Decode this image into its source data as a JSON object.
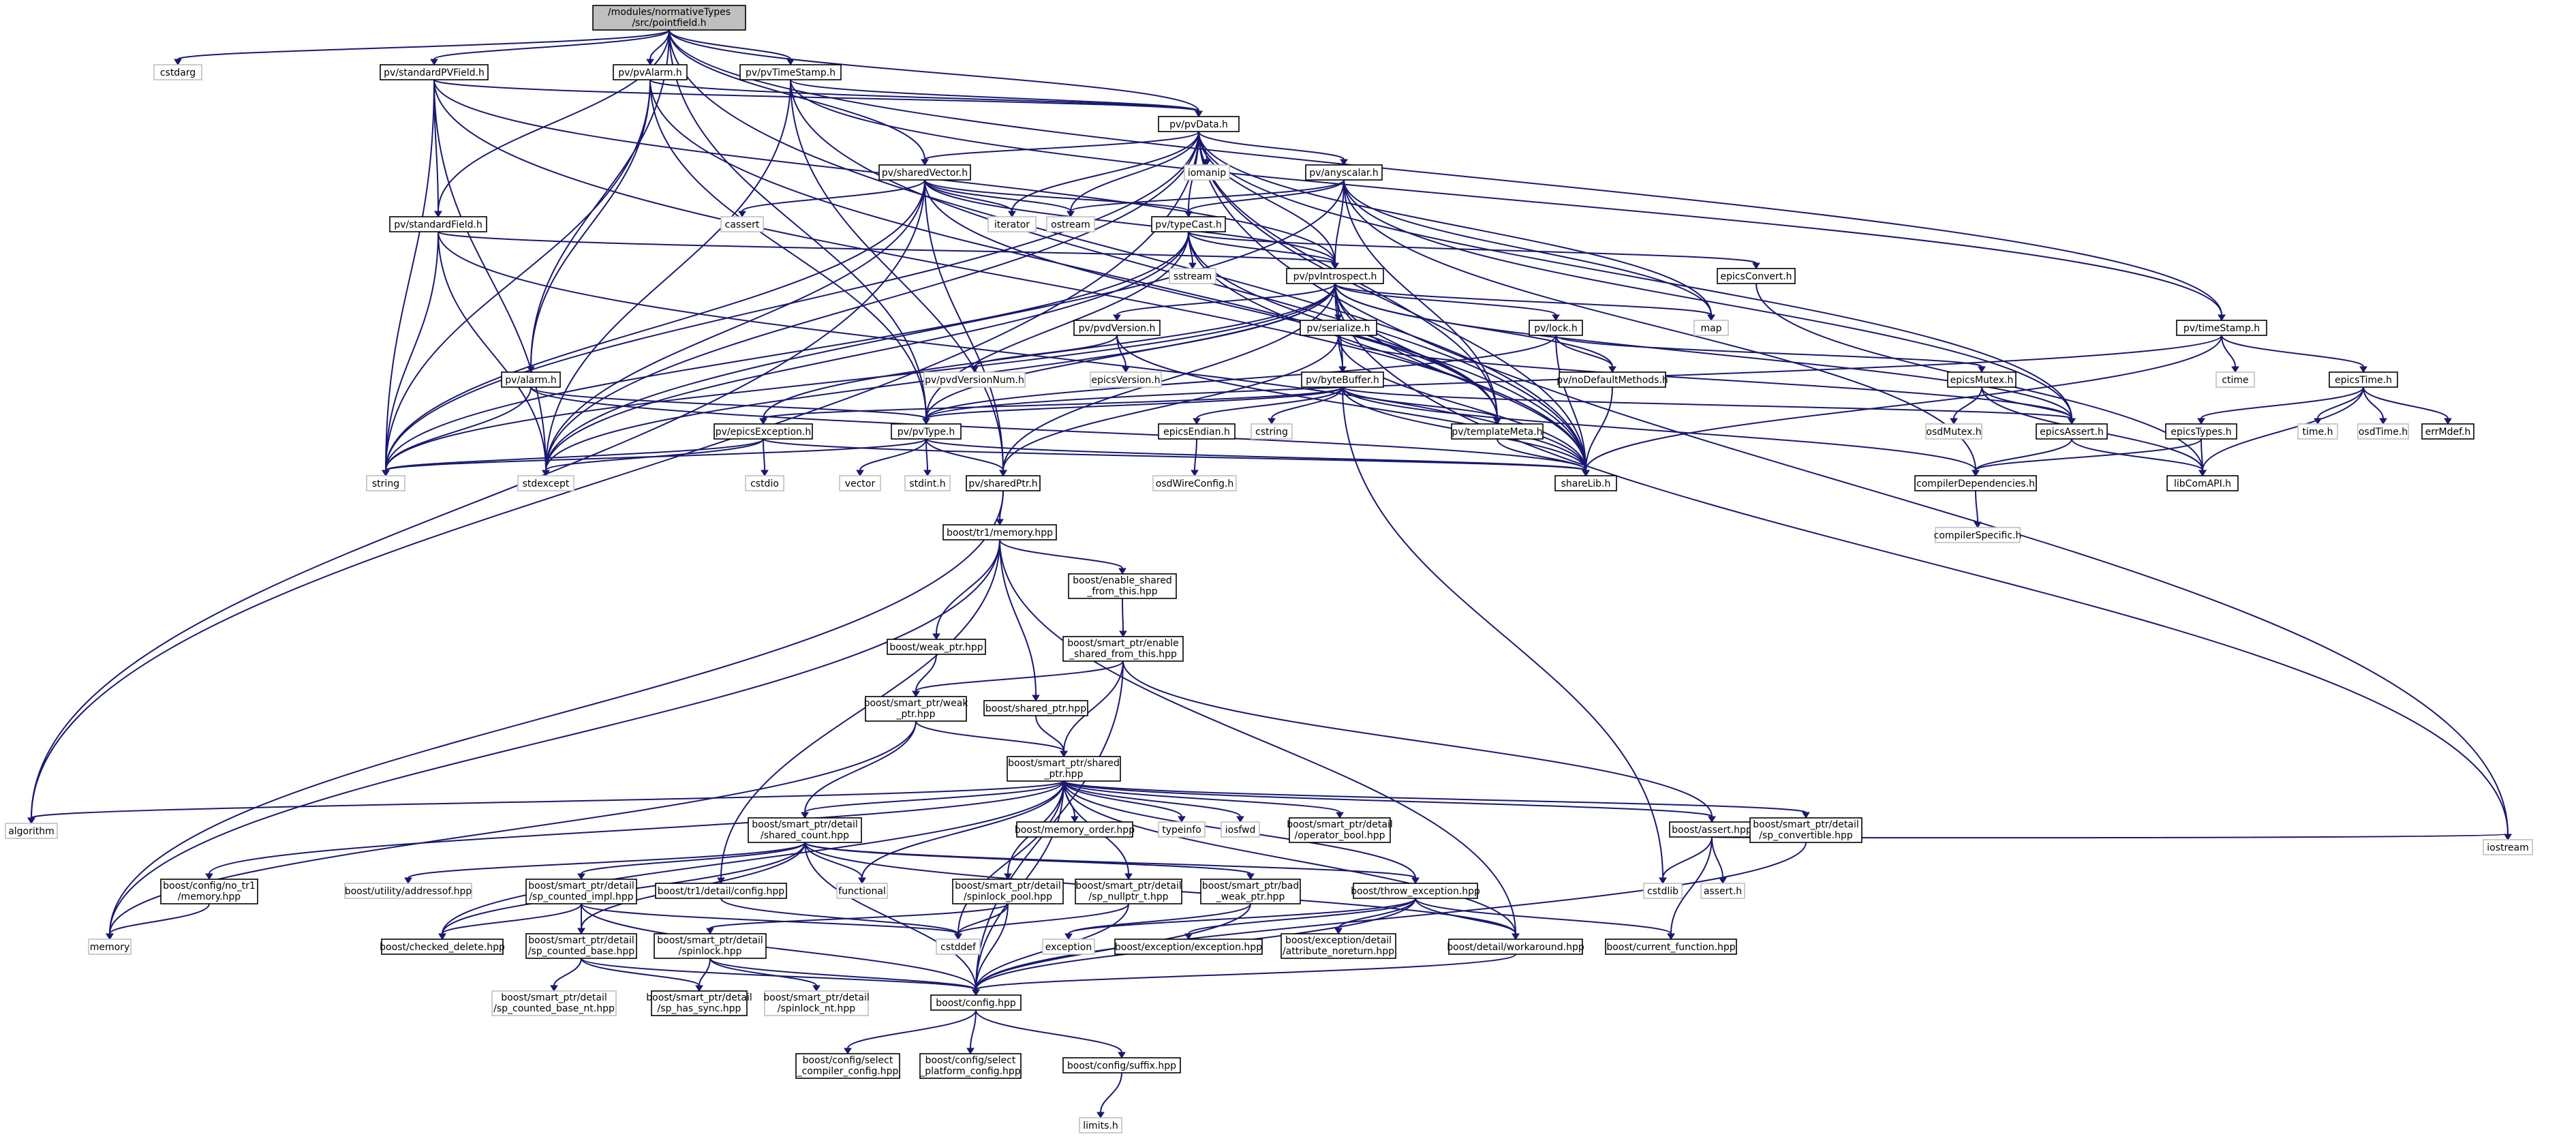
{
  "diagram": {
    "nodes": [
      {
        "id": "root",
        "text": [
          "/modules/normativeTypes",
          "/src/pointfield.h"
        ],
        "style": "root"
      },
      {
        "id": "cstdarg",
        "text": [
          "cstdarg"
        ],
        "style": "gray"
      },
      {
        "id": "standardPVField",
        "text": [
          "pv/standardPVField.h"
        ],
        "style": "normal"
      },
      {
        "id": "pvAlarm",
        "text": [
          "pv/pvAlarm.h"
        ],
        "style": "normal"
      },
      {
        "id": "pvTimeStamp",
        "text": [
          "pv/pvTimeStamp.h"
        ],
        "style": "normal"
      },
      {
        "id": "pvData",
        "text": [
          "pv/pvData.h"
        ],
        "style": "normal"
      },
      {
        "id": "iomanip",
        "text": [
          "iomanip"
        ],
        "style": "gray"
      },
      {
        "id": "sharedVector",
        "text": [
          "pv/sharedVector.h"
        ],
        "style": "normal"
      },
      {
        "id": "anyscalar",
        "text": [
          "pv/anyscalar.h"
        ],
        "style": "normal"
      },
      {
        "id": "cassert",
        "text": [
          "cassert"
        ],
        "style": "gray"
      },
      {
        "id": "iterator",
        "text": [
          "iterator"
        ],
        "style": "gray"
      },
      {
        "id": "ostream",
        "text": [
          "ostream"
        ],
        "style": "gray"
      },
      {
        "id": "typeCast",
        "text": [
          "pv/typeCast.h"
        ],
        "style": "normal"
      },
      {
        "id": "standardField",
        "text": [
          "pv/standardField.h"
        ],
        "style": "normal"
      },
      {
        "id": "sstream",
        "text": [
          "sstream"
        ],
        "style": "gray"
      },
      {
        "id": "pvIntrospect",
        "text": [
          "pv/pvIntrospect.h"
        ],
        "style": "normal"
      },
      {
        "id": "epicsConvert",
        "text": [
          "epicsConvert.h"
        ],
        "style": "normal"
      },
      {
        "id": "map",
        "text": [
          "map"
        ],
        "style": "gray"
      },
      {
        "id": "timeStamp",
        "text": [
          "pv/timeStamp.h"
        ],
        "style": "normal"
      },
      {
        "id": "ctime",
        "text": [
          "ctime"
        ],
        "style": "gray"
      },
      {
        "id": "pvdVersion",
        "text": [
          "pv/pvdVersion.h"
        ],
        "style": "normal"
      },
      {
        "id": "serialize",
        "text": [
          "pv/serialize.h"
        ],
        "style": "normal"
      },
      {
        "id": "lock",
        "text": [
          "pv/lock.h"
        ],
        "style": "normal"
      },
      {
        "id": "pvdVersionNum",
        "text": [
          "pv/pvdVersionNum.h"
        ],
        "style": "gray"
      },
      {
        "id": "epicsVersion",
        "text": [
          "epicsVersion.h"
        ],
        "style": "gray"
      },
      {
        "id": "noDefaultMethods",
        "text": [
          "pv/noDefaultMethods.h"
        ],
        "style": "normal"
      },
      {
        "id": "epicsMutex",
        "text": [
          "epicsMutex.h"
        ],
        "style": "normal"
      },
      {
        "id": "epicsTime",
        "text": [
          "epicsTime.h"
        ],
        "style": "normal"
      },
      {
        "id": "alarm",
        "text": [
          "pv/alarm.h"
        ],
        "style": "normal"
      },
      {
        "id": "byteBuffer",
        "text": [
          "pv/byteBuffer.h"
        ],
        "style": "normal"
      },
      {
        "id": "osdMutex",
        "text": [
          "osdMutex.h"
        ],
        "style": "gray"
      },
      {
        "id": "pvType",
        "text": [
          "pv/pvType.h"
        ],
        "style": "normal"
      },
      {
        "id": "epicsException",
        "text": [
          "pv/epicsException.h"
        ],
        "style": "normal"
      },
      {
        "id": "epicsEndian",
        "text": [
          "epicsEndian.h"
        ],
        "style": "normal"
      },
      {
        "id": "cstring",
        "text": [
          "cstring"
        ],
        "style": "gray"
      },
      {
        "id": "templateMeta",
        "text": [
          "pv/templateMeta.h"
        ],
        "style": "normal"
      },
      {
        "id": "epicsAssert",
        "text": [
          "epicsAssert.h"
        ],
        "style": "normal"
      },
      {
        "id": "epicsTypes",
        "text": [
          "epicsTypes.h"
        ],
        "style": "normal"
      },
      {
        "id": "timeH",
        "text": [
          "time.h"
        ],
        "style": "gray"
      },
      {
        "id": "osdTime",
        "text": [
          "osdTime.h"
        ],
        "style": "gray"
      },
      {
        "id": "errMdef",
        "text": [
          "errMdef.h"
        ],
        "style": "normal"
      },
      {
        "id": "string",
        "text": [
          "string"
        ],
        "style": "gray"
      },
      {
        "id": "stdexcept",
        "text": [
          "stdexcept"
        ],
        "style": "gray"
      },
      {
        "id": "cstdio",
        "text": [
          "cstdio"
        ],
        "style": "gray"
      },
      {
        "id": "vector",
        "text": [
          "vector"
        ],
        "style": "gray"
      },
      {
        "id": "stdint",
        "text": [
          "stdint.h"
        ],
        "style": "gray"
      },
      {
        "id": "sharedPtr",
        "text": [
          "pv/sharedPtr.h"
        ],
        "style": "normal"
      },
      {
        "id": "osiWireConfig",
        "text": [
          "osdWireConfig.h"
        ],
        "style": "gray"
      },
      {
        "id": "shareLib",
        "text": [
          "shareLib.h"
        ],
        "style": "normal"
      },
      {
        "id": "compilerDependencies",
        "text": [
          "compilerDependencies.h"
        ],
        "style": "normal"
      },
      {
        "id": "libComAPI",
        "text": [
          "libComAPI.h"
        ],
        "style": "normal"
      },
      {
        "id": "compilerSpecific",
        "text": [
          "compilerSpecific.h"
        ],
        "style": "gray"
      },
      {
        "id": "tr1memory",
        "text": [
          "boost/tr1/memory.hpp"
        ],
        "style": "normal"
      },
      {
        "id": "enableShared",
        "text": [
          "boost/enable_shared",
          "_from_this.hpp"
        ],
        "style": "normal"
      },
      {
        "id": "weakPtrHpp",
        "text": [
          "boost/weak_ptr.hpp"
        ],
        "style": "normal"
      },
      {
        "id": "spEnableShared",
        "text": [
          "boost/smart_ptr/enable",
          "_shared_from_this.hpp"
        ],
        "style": "normal"
      },
      {
        "id": "spWeakPtr",
        "text": [
          "boost/smart_ptr/weak",
          "_ptr.hpp"
        ],
        "style": "normal"
      },
      {
        "id": "sharedPtrHpp",
        "text": [
          "boost/shared_ptr.hpp"
        ],
        "style": "normal"
      },
      {
        "id": "spSharedPtr",
        "text": [
          "boost/smart_ptr/shared",
          "_ptr.hpp"
        ],
        "style": "normal"
      },
      {
        "id": "algorithm",
        "text": [
          "algorithm"
        ],
        "style": "gray"
      },
      {
        "id": "sharedCount",
        "text": [
          "boost/smart_ptr/detail",
          "/shared_count.hpp"
        ],
        "style": "normal"
      },
      {
        "id": "memoryOrder",
        "text": [
          "boost/memory_order.hpp"
        ],
        "style": "normal"
      },
      {
        "id": "typeinfo",
        "text": [
          "typeinfo"
        ],
        "style": "gray"
      },
      {
        "id": "iosfwd",
        "text": [
          "iosfwd"
        ],
        "style": "gray"
      },
      {
        "id": "operatorBool",
        "text": [
          "boost/smart_ptr/detail",
          "/operator_bool.hpp"
        ],
        "style": "normal"
      },
      {
        "id": "assertHpp",
        "text": [
          "boost/assert.hpp"
        ],
        "style": "normal"
      },
      {
        "id": "spConvertible",
        "text": [
          "boost/smart_ptr/detail",
          "/sp_convertible.hpp"
        ],
        "style": "normal"
      },
      {
        "id": "iostream",
        "text": [
          "iostream"
        ],
        "style": "gray"
      },
      {
        "id": "noTr1Memory",
        "text": [
          "boost/config/no_tr1",
          "/memory.hpp"
        ],
        "style": "normal"
      },
      {
        "id": "addressof",
        "text": [
          "boost/utility/addressof.hpp"
        ],
        "style": "gray"
      },
      {
        "id": "spCountedImpl",
        "text": [
          "boost/smart_ptr/detail",
          "/sp_counted_impl.hpp"
        ],
        "style": "normal"
      },
      {
        "id": "tr1Config",
        "text": [
          "boost/tr1/detail/config.hpp"
        ],
        "style": "normal"
      },
      {
        "id": "functional",
        "text": [
          "functional"
        ],
        "style": "gray"
      },
      {
        "id": "spinlockPool",
        "text": [
          "boost/smart_ptr/detail",
          "/spinlock_pool.hpp"
        ],
        "style": "normal"
      },
      {
        "id": "spNullptr",
        "text": [
          "boost/smart_ptr/detail",
          "/sp_nullptr_t.hpp"
        ],
        "style": "normal"
      },
      {
        "id": "badWeakPtr",
        "text": [
          "boost/smart_ptr/bad",
          "_weak_ptr.hpp"
        ],
        "style": "normal"
      },
      {
        "id": "throwException",
        "text": [
          "boost/throw_exception.hpp"
        ],
        "style": "normal"
      },
      {
        "id": "cstdlib",
        "text": [
          "cstdlib"
        ],
        "style": "gray"
      },
      {
        "id": "assertH",
        "text": [
          "assert.h"
        ],
        "style": "gray"
      },
      {
        "id": "memory",
        "text": [
          "memory"
        ],
        "style": "gray"
      },
      {
        "id": "checkedDelete",
        "text": [
          "boost/checked_delete.hpp"
        ],
        "style": "normal"
      },
      {
        "id": "spCountedBase",
        "text": [
          "boost/smart_ptr/detail",
          "/sp_counted_base.hpp"
        ],
        "style": "normal"
      },
      {
        "id": "spinlock",
        "text": [
          "boost/smart_ptr/detail",
          "/spinlock.hpp"
        ],
        "style": "normal"
      },
      {
        "id": "cstddef",
        "text": [
          "cstddef"
        ],
        "style": "gray"
      },
      {
        "id": "exception",
        "text": [
          "exception"
        ],
        "style": "gray"
      },
      {
        "id": "exceptionHpp",
        "text": [
          "boost/exception/exception.hpp"
        ],
        "style": "normal"
      },
      {
        "id": "attrNoreturn",
        "text": [
          "boost/exception/detail",
          "/attribute_noreturn.hpp"
        ],
        "style": "normal"
      },
      {
        "id": "workaround",
        "text": [
          "boost/detail/workaround.hpp"
        ],
        "style": "normal"
      },
      {
        "id": "currentFunction",
        "text": [
          "boost/current_function.hpp"
        ],
        "style": "normal"
      },
      {
        "id": "spCountedBaseNt",
        "text": [
          "boost/smart_ptr/detail",
          "/sp_counted_base_nt.hpp"
        ],
        "style": "gray"
      },
      {
        "id": "spHasSync",
        "text": [
          "boost/smart_ptr/detail",
          "/sp_has_sync.hpp"
        ],
        "style": "normal"
      },
      {
        "id": "spinlockNt",
        "text": [
          "boost/smart_ptr/detail",
          "/spinlock_nt.hpp"
        ],
        "style": "gray"
      },
      {
        "id": "configHpp",
        "text": [
          "boost/config.hpp"
        ],
        "style": "normal"
      },
      {
        "id": "selectCompiler",
        "text": [
          "boost/config/select",
          "_compiler_config.hpp"
        ],
        "style": "normal"
      },
      {
        "id": "selectPlatform",
        "text": [
          "boost/config/select",
          "_platform_config.hpp"
        ],
        "style": "normal"
      },
      {
        "id": "suffix",
        "text": [
          "boost/config/suffix.hpp"
        ],
        "style": "normal"
      },
      {
        "id": "limits",
        "text": [
          "limits.h"
        ],
        "style": "gray"
      }
    ]
  }
}
